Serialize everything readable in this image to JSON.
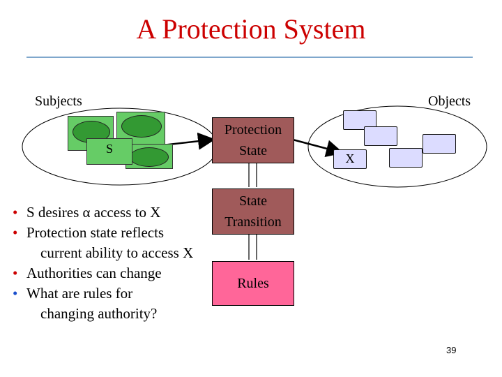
{
  "slide": {
    "title": "A Protection System",
    "page_number": "39",
    "accent_color": "#cc0000"
  },
  "diagram": {
    "subjects_label": "Subjects",
    "objects_label": "Objects",
    "subject_s_label": "S",
    "object_x_label": "X",
    "protection_state_label": "Protection\nState",
    "state_transition_label": "State\nTransition",
    "rules_label": "Rules",
    "colors": {
      "protection_state_box": "#a05a5a",
      "state_transition_box": "#a05a5a",
      "rules_box": "#ff6699",
      "subject_box": "#66cc66",
      "object_box": "#dcdcff"
    }
  },
  "bullets": [
    {
      "text": "S desires α access to X",
      "continuation": ""
    },
    {
      "text": "Protection state reflects",
      "continuation": "current ability to access X"
    },
    {
      "text": "Authorities can change",
      "continuation": ""
    },
    {
      "text": "What are rules for",
      "continuation": "changing authority?"
    }
  ]
}
